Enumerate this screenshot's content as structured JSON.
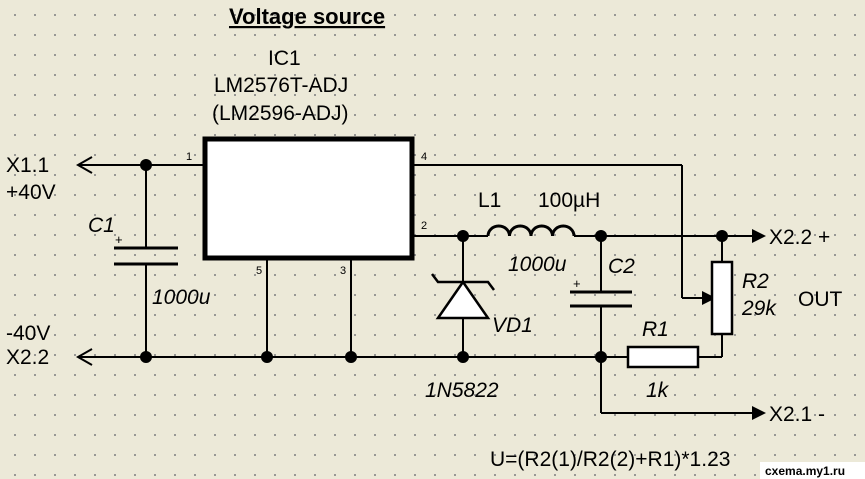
{
  "title": "Voltage source",
  "ic": {
    "ref": "IC1",
    "part": "LM2576T-ADJ",
    "alt": "(LM2596-ADJ)",
    "pins": {
      "p1": "1",
      "p2": "2",
      "p3": "3",
      "p4": "4",
      "p5": "5"
    }
  },
  "connectors": {
    "x11": "X1.1",
    "x11_voltage": "+40V",
    "x22_left": "X2.2",
    "x22_left_voltage": "-40V",
    "x22_right": "X2.2 +",
    "x21_right": "X2.1 -",
    "out": "OUT"
  },
  "components": {
    "c1_ref": "C1",
    "c1_value": "1000u",
    "c2_ref": "C2",
    "c2_value": "1000u",
    "l1_ref": "L1",
    "l1_value": "100µH",
    "vd1_ref": "VD1",
    "vd1_part": "1N5822",
    "r1_ref": "R1",
    "r1_value": "1k",
    "r2_ref": "R2",
    "r2_value": "29k"
  },
  "polarity": {
    "c1": "+",
    "c2": "+"
  },
  "formula": "U=(R2(1)/R2(2)+R1)*1.23",
  "watermark": "cxema.my1.ru"
}
